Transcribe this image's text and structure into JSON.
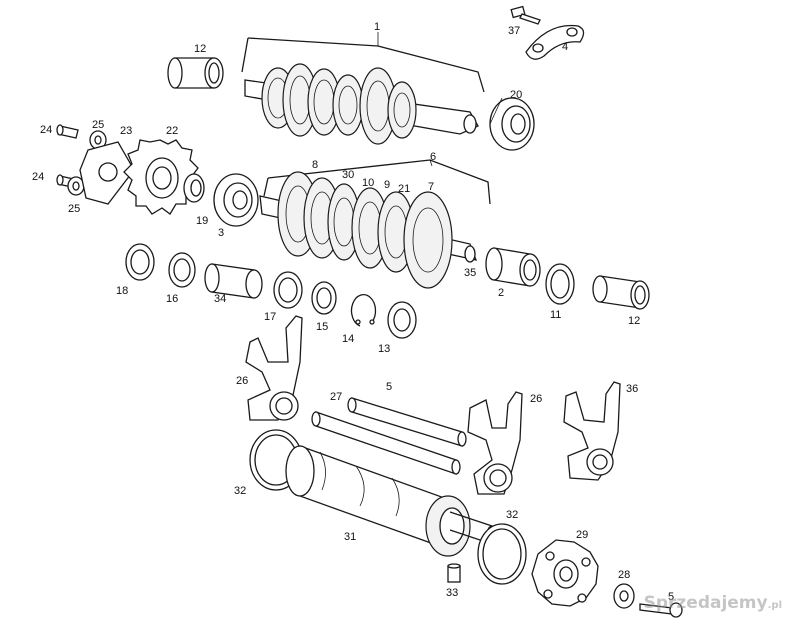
{
  "diagram": {
    "part_labels": [
      "1",
      "4",
      "37",
      "12",
      "20",
      "24",
      "25",
      "23",
      "22",
      "6",
      "24",
      "25",
      "19",
      "3",
      "8",
      "30",
      "10",
      "9",
      "21",
      "7",
      "18",
      "16",
      "34",
      "35",
      "2",
      "11",
      "12",
      "17",
      "15",
      "14",
      "13",
      "26",
      "5",
      "27",
      "26",
      "36",
      "32",
      "31",
      "32",
      "29",
      "28",
      "33",
      "5"
    ],
    "watermark": "Sprzedajemy",
    "watermark_tld": ".pl"
  }
}
